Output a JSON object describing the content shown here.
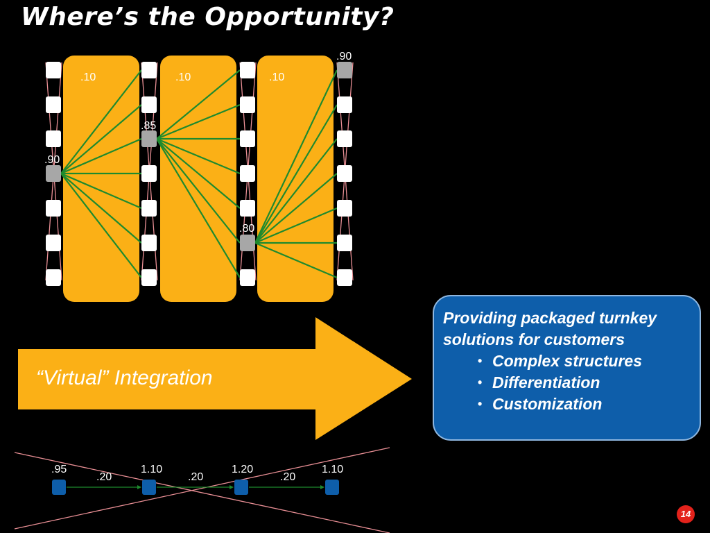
{
  "title": "Where’s the Opportunity?",
  "columns": [
    {
      "label": ".10"
    },
    {
      "label": ".10"
    },
    {
      "label": ".10"
    }
  ],
  "highlighted_nodes": [
    {
      "label": ".90"
    },
    {
      "label": ".85"
    },
    {
      "label": ".80"
    },
    {
      "label": ".90"
    }
  ],
  "arrow_label": "“Virtual” Integration",
  "callout": {
    "heading": "Providing packaged turnkey solutions for customers",
    "bullets": [
      "Complex structures",
      "Differentiation",
      "Customization"
    ]
  },
  "chain": {
    "node_labels": [
      ".95",
      "1.10",
      "1.20",
      "1.10"
    ],
    "link_labels": [
      ".20",
      ".20",
      ".20"
    ]
  },
  "page_number": "14",
  "colors": {
    "background": "#000000",
    "column_fill": "#fbb016",
    "link_line": "#1e8a2e",
    "cross_line": "#e98f95",
    "node_white": "#ffffff",
    "node_gray": "#a7a7a7",
    "chain_node": "#0e5eaa",
    "callout_fill": "#0e5eaa",
    "badge": "#e3221b"
  }
}
